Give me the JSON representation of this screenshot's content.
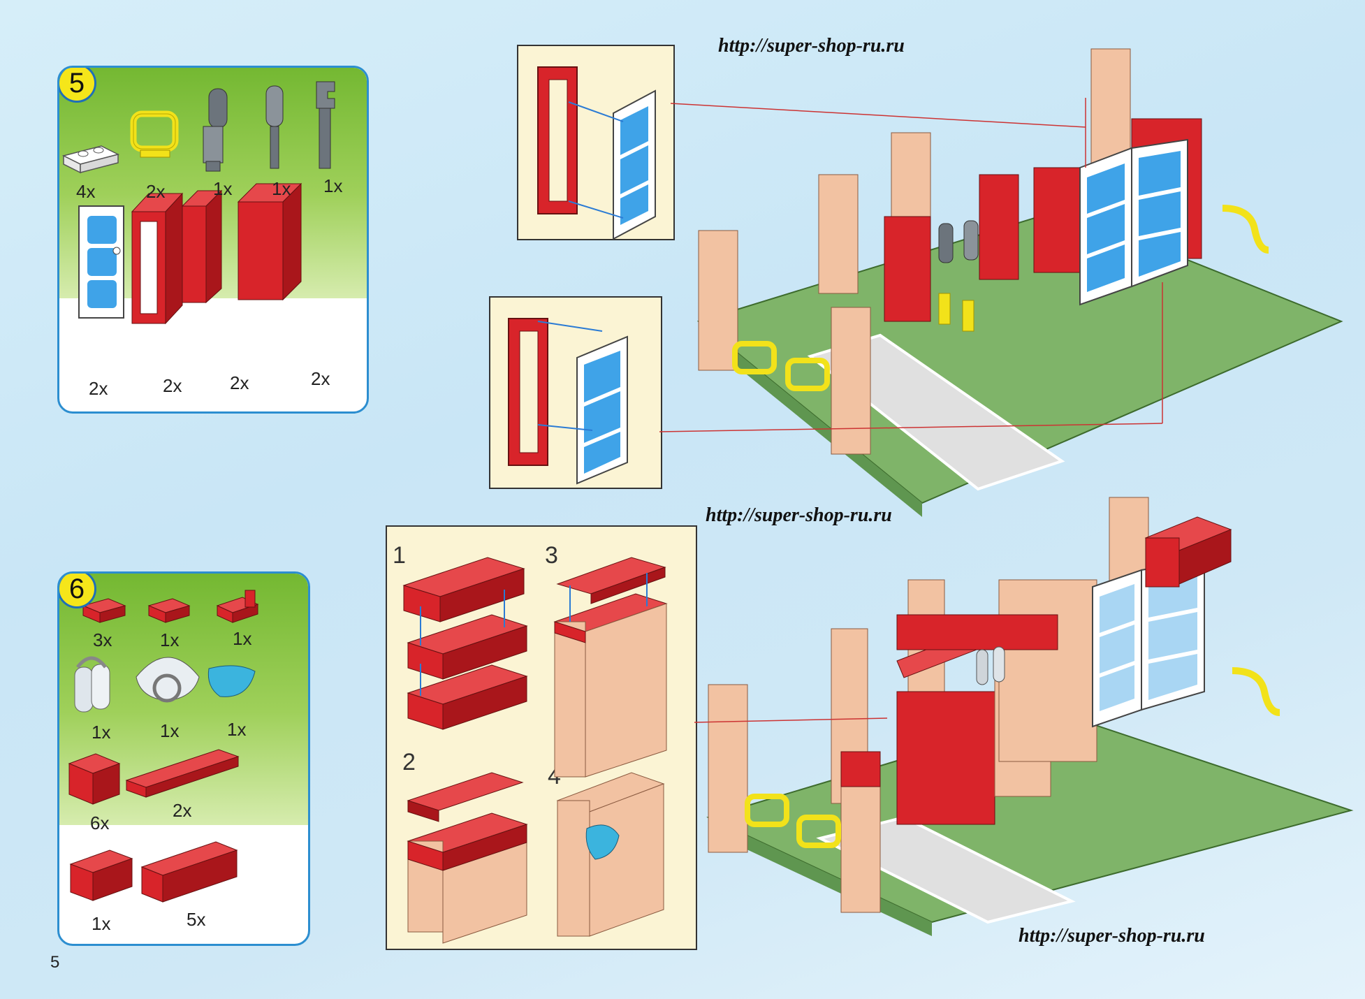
{
  "page_number": "5",
  "watermark": "http://super-shop-ru.ru",
  "colors": {
    "panel_border": "#2c8ed0",
    "badge": "#f5e61a",
    "brick_red": "#d8242a",
    "brick_tan": "#f2c2a2",
    "baseplate": "#7fb469",
    "window_blue": "#3fa3e8",
    "callout_bg": "#fbf4d4"
  },
  "step5": {
    "number": "5",
    "parts": [
      {
        "name": "white-plate-1x2",
        "qty": "4x"
      },
      {
        "name": "yellow-rail",
        "qty": "2x"
      },
      {
        "name": "chainsaw-tool",
        "qty": "1x"
      },
      {
        "name": "saw-blade-tool",
        "qty": "1x"
      },
      {
        "name": "wrench-tool",
        "qty": "1x"
      },
      {
        "name": "white-door-blue-glass",
        "qty": "2x"
      },
      {
        "name": "red-door-frame",
        "qty": "2x"
      },
      {
        "name": "red-brick-1x2x5",
        "qty": "2x"
      },
      {
        "name": "red-brick-1x4x5",
        "qty": "2x"
      }
    ]
  },
  "step6": {
    "number": "6",
    "parts": [
      {
        "name": "red-plate-1x2",
        "qty": "3x"
      },
      {
        "name": "red-plate-clip",
        "qty": "1x"
      },
      {
        "name": "red-plate-handle",
        "qty": "1x"
      },
      {
        "name": "air-tanks",
        "qty": "1x"
      },
      {
        "name": "breathing-mask",
        "qty": "1x"
      },
      {
        "name": "blue-visor",
        "qty": "1x"
      },
      {
        "name": "red-brick-2x2",
        "qty": "6x"
      },
      {
        "name": "red-plate-1x8",
        "qty": "2x"
      },
      {
        "name": "red-brick-1x4",
        "qty": "1x"
      },
      {
        "name": "red-brick-1x6",
        "qty": "5x"
      }
    ],
    "substeps": [
      "1",
      "2",
      "3",
      "4"
    ]
  }
}
